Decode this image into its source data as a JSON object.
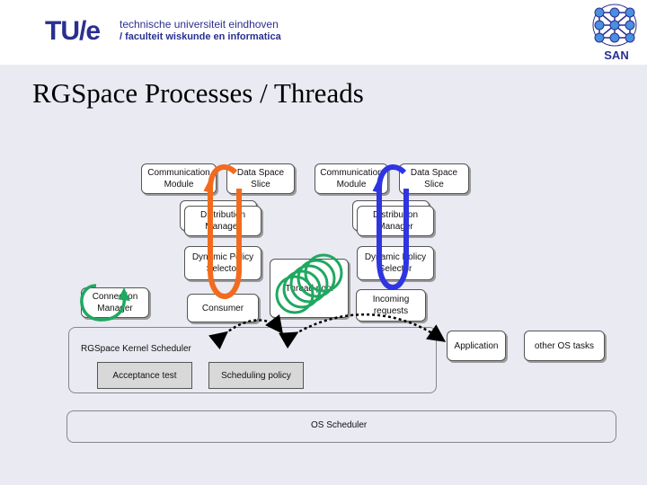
{
  "header": {
    "logo": "TU/e",
    "university_line1": "technische universiteit eindhoven",
    "university_line2": "/ faculteit wiskunde en informatica",
    "san_logo": "SAN"
  },
  "title": "RGSpace Processes / Threads",
  "left_process": {
    "comm_module": "Communication Module",
    "data_space_slice": "Data Space Slice",
    "distribution_manager": "Distribution Manager",
    "dynamic_policy_selector": "Dynamic Policy Selector",
    "consumer": "Consumer"
  },
  "right_process": {
    "comm_module": "Communication Module",
    "data_space_slice": "Data Space Slice",
    "distribution_manager": "Distribution Manager",
    "dynamic_policy_selector": "Dynamic Policy Selector",
    "incoming_requests": "Incoming requests"
  },
  "connection_manager": "Connection Manager",
  "thread_pool": "Thread pool",
  "kernel_scheduler": "RGSpace Kernel Scheduler",
  "acceptance_test": "Acceptance test",
  "scheduling_policy": "Scheduling policy",
  "application": "Application",
  "other_os_tasks": "other OS tasks",
  "os_scheduler": "OS Scheduler",
  "colors": {
    "orange": "#f26b1d",
    "blue": "#2f35e0",
    "green": "#1fa860",
    "accent": "#2a2f8f"
  },
  "icons": [
    "green-cycle-icon",
    "orange-cycle-icon",
    "blue-cycle-icon"
  ]
}
